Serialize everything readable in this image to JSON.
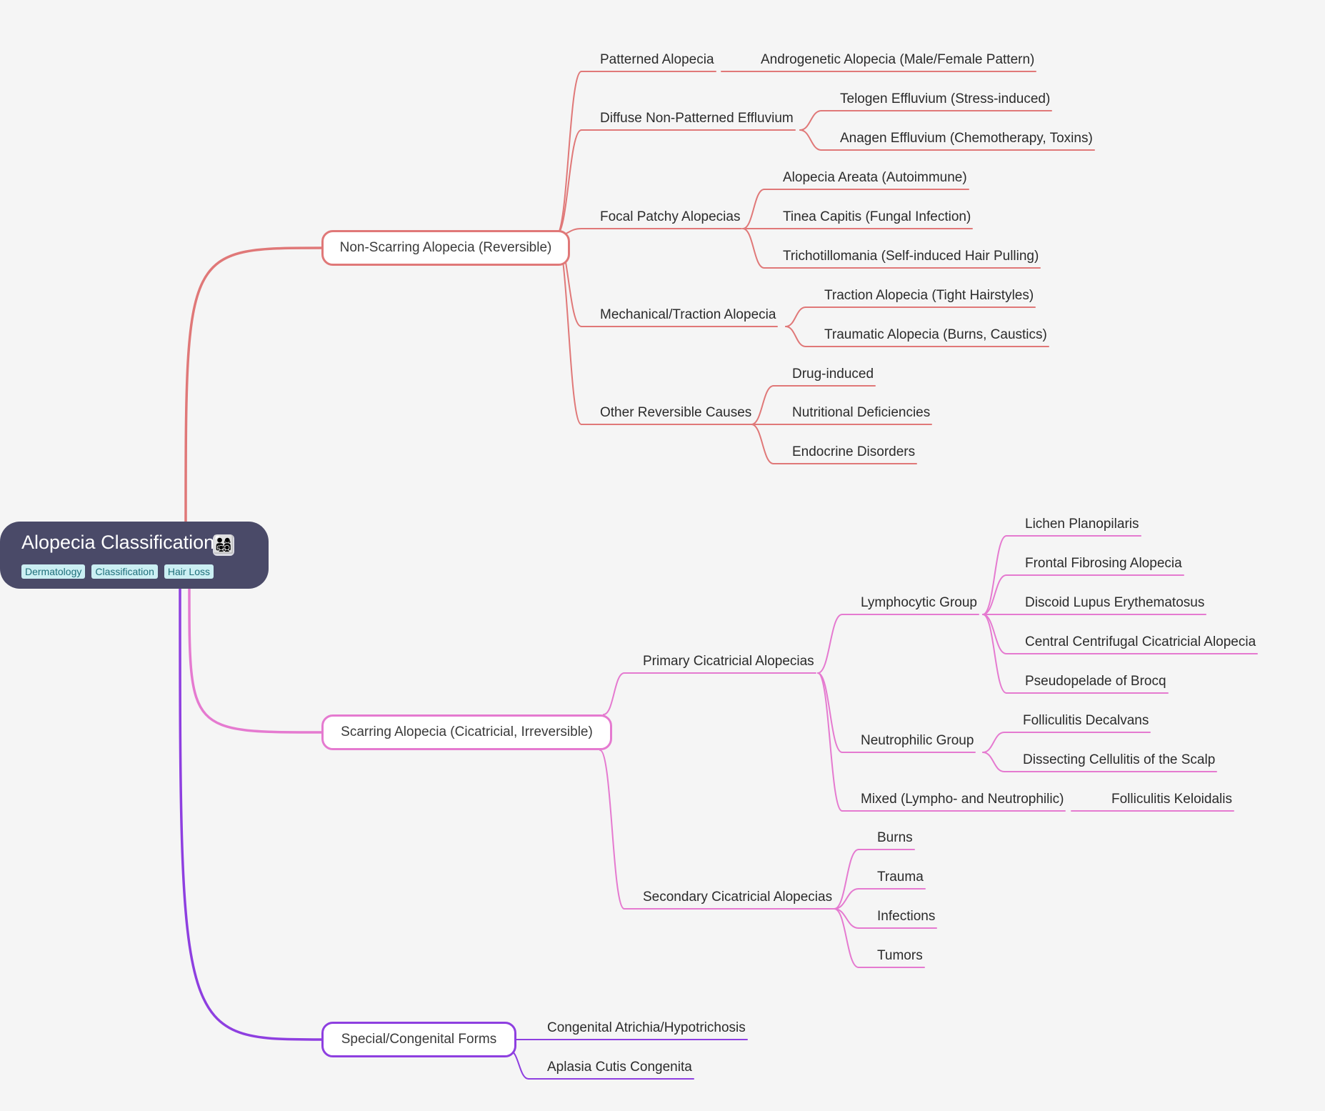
{
  "root": {
    "title": "Alopecia Classification",
    "emoji": "👨‍👩‍👧‍👦",
    "tags": [
      "Dermatology",
      "Classification",
      "Hair Loss"
    ]
  },
  "colors": {
    "background": "#f5f5f5",
    "root_fill": "#4a4a68",
    "tag_fill": "#cbeff3",
    "tag_text": "#1f6f7a",
    "branch_non_scarring": "#e07878",
    "branch_scarring": "#e57ad0",
    "branch_special": "#8e3fe0"
  },
  "branches": [
    {
      "label": "Non-Scarring Alopecia (Reversible)",
      "children": [
        {
          "label": "Patterned Alopecia",
          "children": [
            {
              "label": "Androgenetic Alopecia (Male/Female Pattern)"
            }
          ]
        },
        {
          "label": "Diffuse Non-Patterned Effluvium",
          "children": [
            {
              "label": "Telogen Effluvium (Stress-induced)"
            },
            {
              "label": "Anagen Effluvium (Chemotherapy, Toxins)"
            }
          ]
        },
        {
          "label": "Focal Patchy Alopecias",
          "children": [
            {
              "label": "Alopecia Areata (Autoimmune)"
            },
            {
              "label": "Tinea Capitis (Fungal Infection)"
            },
            {
              "label": "Trichotillomania (Self-induced Hair Pulling)"
            }
          ]
        },
        {
          "label": "Mechanical/Traction Alopecia",
          "children": [
            {
              "label": "Traction Alopecia (Tight Hairstyles)"
            },
            {
              "label": "Traumatic Alopecia (Burns, Caustics)"
            }
          ]
        },
        {
          "label": "Other Reversible Causes",
          "children": [
            {
              "label": "Drug-induced"
            },
            {
              "label": "Nutritional Deficiencies"
            },
            {
              "label": "Endocrine Disorders"
            }
          ]
        }
      ]
    },
    {
      "label": "Scarring Alopecia (Cicatricial, Irreversible)",
      "children": [
        {
          "label": "Primary Cicatricial Alopecias",
          "children": [
            {
              "label": "Lymphocytic Group",
              "children": [
                {
                  "label": "Lichen Planopilaris"
                },
                {
                  "label": "Frontal Fibrosing Alopecia"
                },
                {
                  "label": "Discoid Lupus Erythematosus"
                },
                {
                  "label": "Central Centrifugal Cicatricial Alopecia"
                },
                {
                  "label": "Pseudopelade of Brocq"
                }
              ]
            },
            {
              "label": "Neutrophilic Group",
              "children": [
                {
                  "label": "Folliculitis Decalvans"
                },
                {
                  "label": "Dissecting Cellulitis of the Scalp"
                }
              ]
            },
            {
              "label": "Mixed (Lympho- and Neutrophilic)",
              "children": [
                {
                  "label": "Folliculitis Keloidalis"
                }
              ]
            }
          ]
        },
        {
          "label": "Secondary Cicatricial Alopecias",
          "children": [
            {
              "label": "Burns"
            },
            {
              "label": "Trauma"
            },
            {
              "label": "Infections"
            },
            {
              "label": "Tumors"
            }
          ]
        }
      ]
    },
    {
      "label": "Special/Congenital Forms",
      "children": [
        {
          "label": "Congenital Atrichia/Hypotrichosis"
        },
        {
          "label": "Aplasia Cutis Congenita"
        }
      ]
    }
  ]
}
